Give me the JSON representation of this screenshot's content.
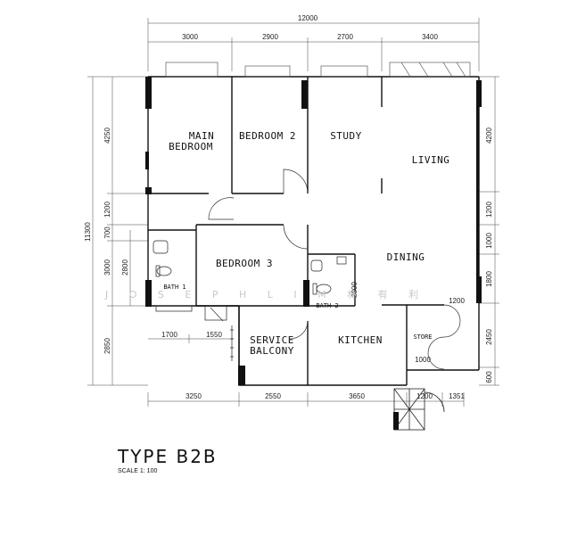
{
  "dimensions": {
    "top_total": "12000",
    "top": [
      "3000",
      "2900",
      "2700",
      "3400"
    ],
    "left_total": "11300",
    "left": [
      "4250",
      "1200",
      "700",
      "3000",
      "2850"
    ],
    "left_inner": "2800",
    "right": [
      "4200",
      "1200",
      "1000",
      "1800",
      "2450",
      "600"
    ],
    "bottom": [
      "3250",
      "2550",
      "3650",
      "1200",
      "1351"
    ],
    "misc": [
      "1700",
      "1550",
      "2800",
      "1200",
      "1000"
    ]
  },
  "rooms": {
    "main_bedroom_line1": "MAIN",
    "main_bedroom_line2": "BEDROOM",
    "bedroom2": "BEDROOM 2",
    "study": "STUDY",
    "living": "LIVING",
    "dining": "DINING",
    "bedroom3": "BEDROOM 3",
    "bath1": "BATH 1",
    "bath2": "BATH 2",
    "service_line1": "SERVICE",
    "service_line2": "BALCONY",
    "kitchen": "KITCHEN",
    "store": "STORE"
  },
  "watermark": "J O S E P H   L I M   林 有 利",
  "plan_title": "TYPE B2B",
  "scale_label": "SCALE  1: 100"
}
